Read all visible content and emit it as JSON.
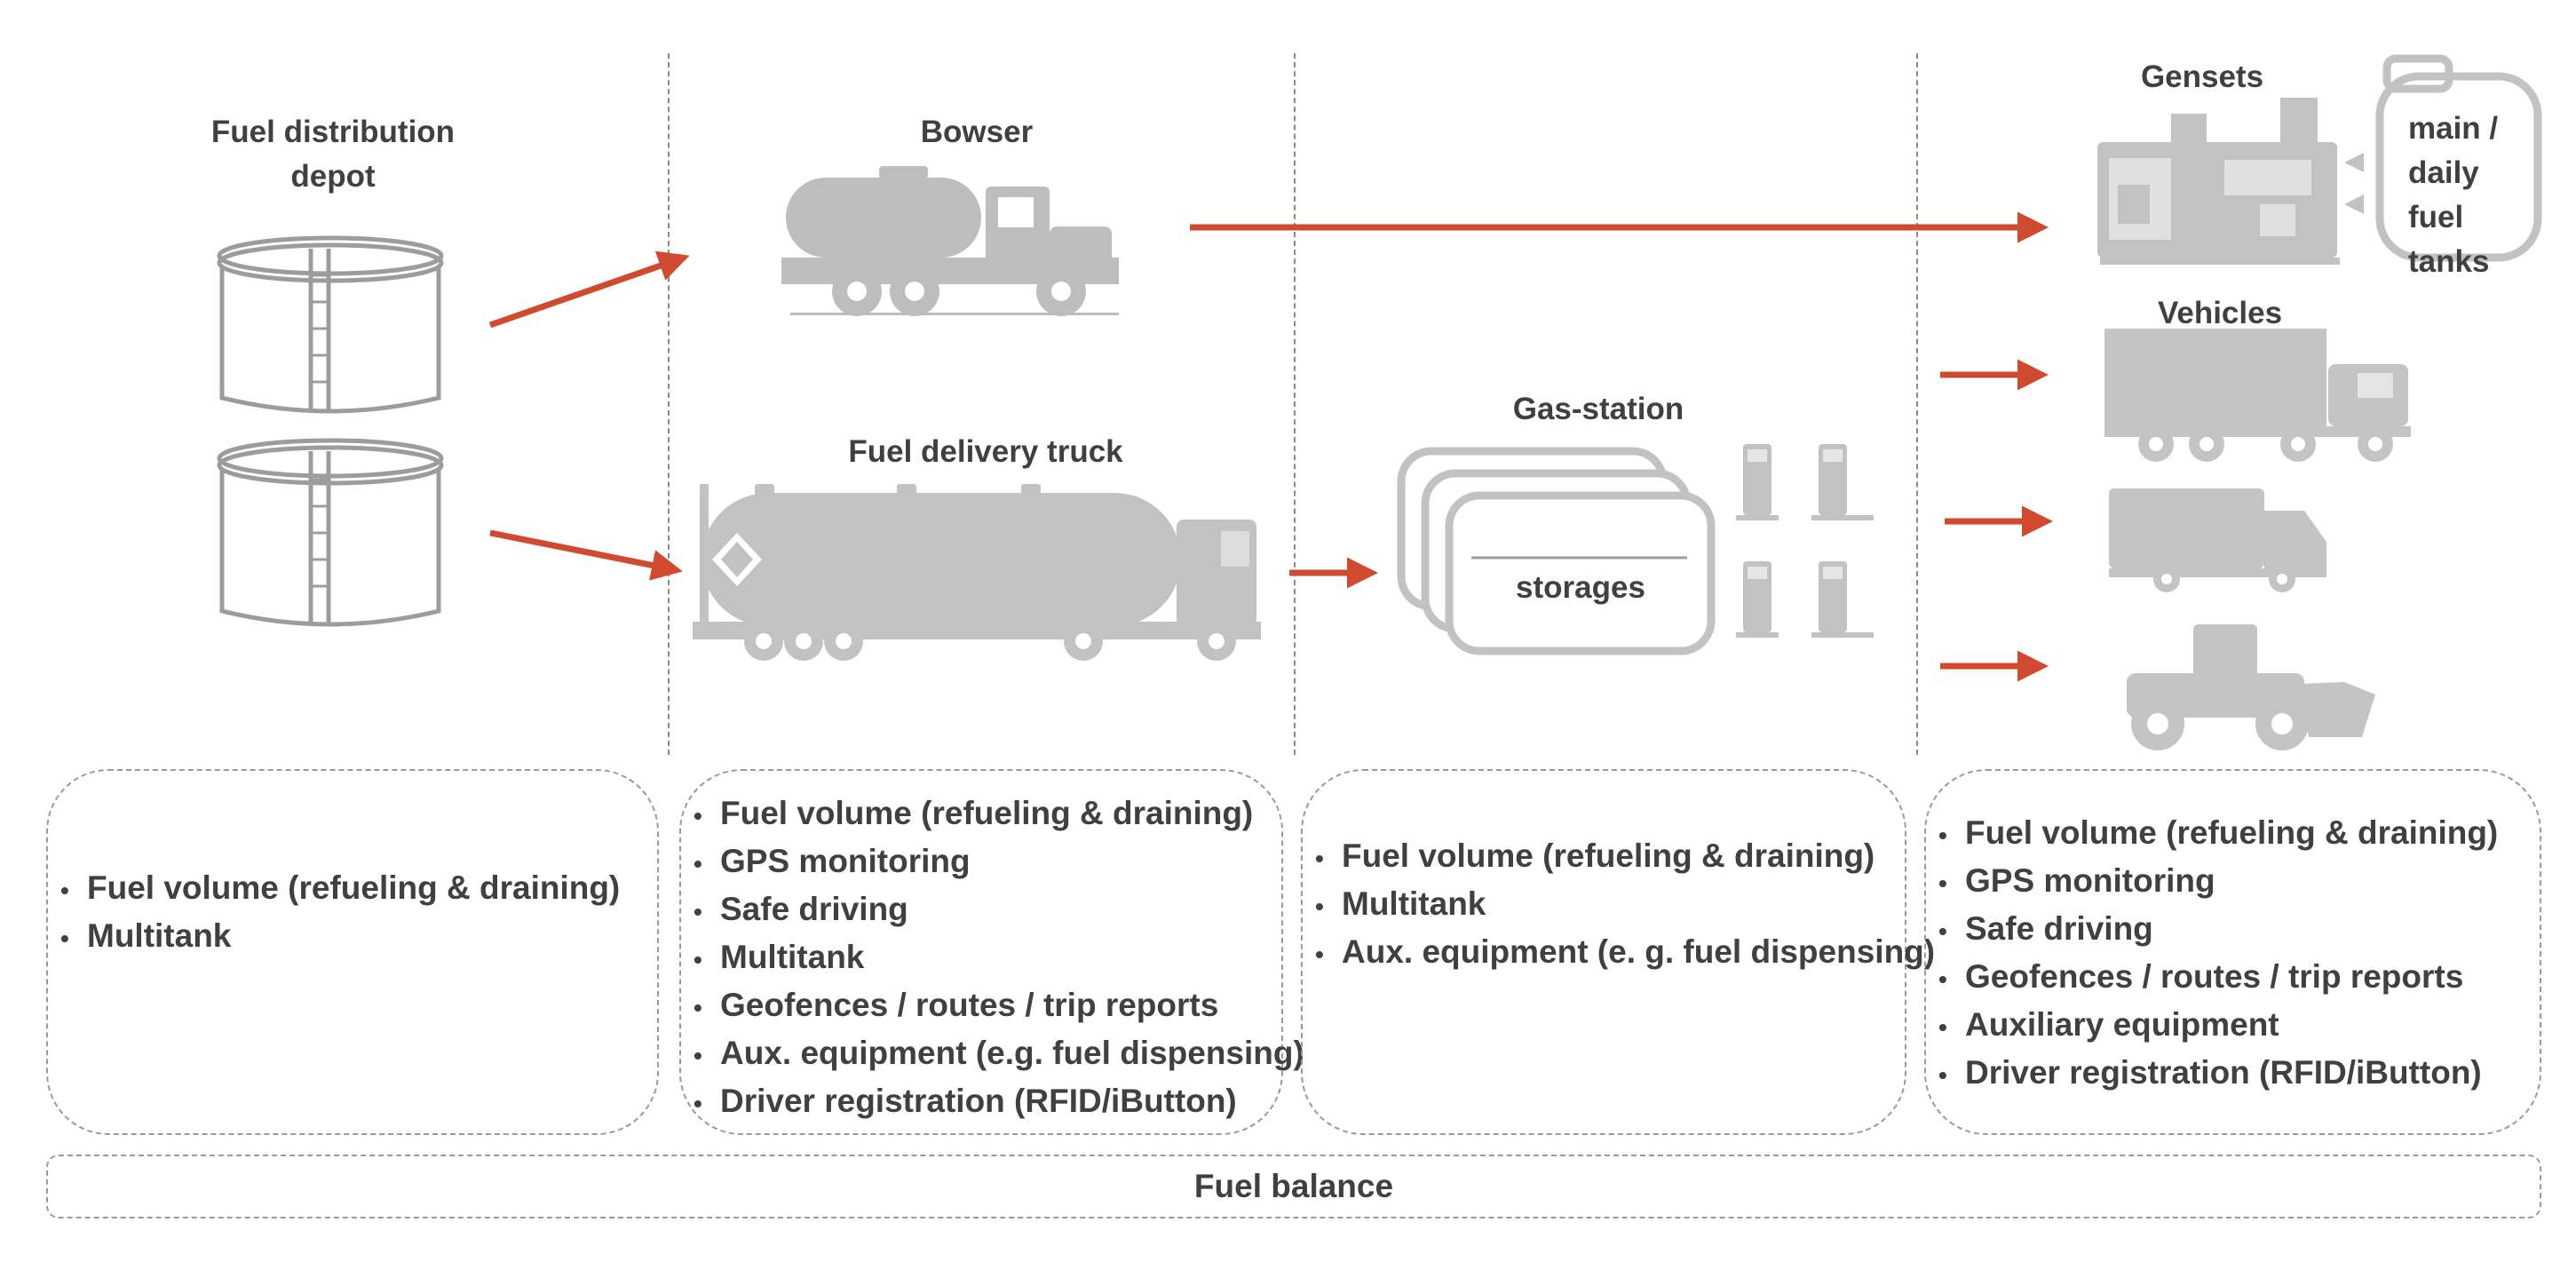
{
  "colors": {
    "arrow": "#cf4a2e",
    "icon": "#b8b8b8",
    "icon_dark": "#9c9c9c",
    "text": "#404040",
    "dashed": "#9a9a9a"
  },
  "icons": [
    "fuel-tank-icon",
    "bowser-truck-icon",
    "tanker-truck-icon",
    "storage-tanks-icon",
    "fuel-pump-icon",
    "genset-icon",
    "daily-tank-icon",
    "cargo-truck-icon",
    "van-icon",
    "loader-icon"
  ],
  "titles": {
    "depot_line1": "Fuel distribution",
    "depot_line2": "depot",
    "bowser": "Bowser",
    "delivery_truck": "Fuel delivery truck",
    "gas_station": "Gas-station",
    "storages": "storages",
    "gensets": "Gensets",
    "daily_tanks": [
      "main /",
      "daily",
      "fuel",
      "tanks"
    ],
    "vehicles": "Vehicles"
  },
  "boxes": {
    "depot": [
      "Fuel volume (refueling & draining)",
      "Multitank"
    ],
    "transport": [
      "Fuel volume (refueling & draining)",
      "GPS monitoring",
      "Safe driving",
      "Multitank",
      "Geofences / routes / trip reports",
      "Aux. equipment (e.g. fuel dispensing)",
      "Driver registration (RFID/iButton)"
    ],
    "station": [
      "Fuel volume (refueling & draining)",
      "Multitank",
      "Aux. equipment (e. g. fuel dispensing)"
    ],
    "consumers": [
      "Fuel volume (refueling & draining)",
      "GPS monitoring",
      "Safe driving",
      "Geofences / routes / trip reports",
      "Auxiliary equipment",
      "Driver registration (RFID/iButton)"
    ]
  },
  "bullet": "•",
  "footer": "Fuel balance"
}
